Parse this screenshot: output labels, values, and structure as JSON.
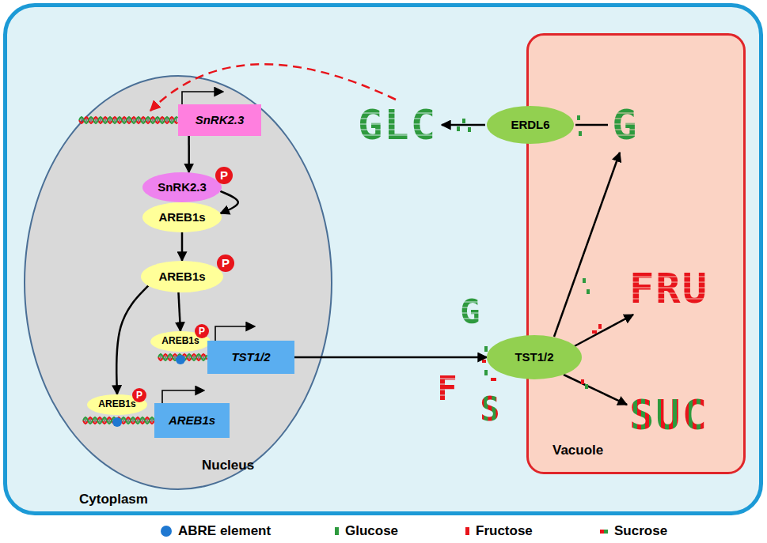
{
  "diagram": {
    "nodes": [
      {
        "text": [
          "Cytoplasm"
        ]
      },
      {
        "text": [
          "Nucleus"
        ],
        "in": 0
      },
      {
        "text": [
          "SnRK2.3"
        ],
        "in": 1
      },
      {
        "text": [
          "SnRK2.3"
        ],
        "in": 1
      },
      {
        "text": [
          "AREB1s"
        ],
        "in": 1
      },
      {
        "text": [
          "AREB1s"
        ],
        "in": 1
      },
      {
        "text": [
          "AREB1s"
        ],
        "in": 1
      },
      {
        "text": [
          "TST1/2"
        ],
        "in": 1
      },
      {
        "text": [
          "AREB1s"
        ],
        "in": 1
      },
      {
        "text": [
          "AREB1s"
        ],
        "in": 1
      },
      {
        "text": [
          "Vacuole"
        ],
        "in": 0
      },
      {
        "text": [
          "ERDL6"
        ],
        "in": 0
      },
      {
        "text": [
          "TST1/2"
        ],
        "in": 0
      }
    ],
    "edges": [
      {
        "from": 2,
        "to": 3,
        "arrow": "to"
      },
      {
        "from": 3,
        "to": 4,
        "arrow": "to"
      },
      {
        "from": 4,
        "to": 5,
        "arrow": "to"
      },
      {
        "from": 5,
        "to": 6,
        "arrow": "to"
      },
      {
        "from": 5,
        "to": 8,
        "arrow": "to"
      },
      {
        "from": 7,
        "to": 12,
        "arrow": "to"
      }
    ],
    "labels": [
      "GLC",
      "G",
      "P",
      "P",
      "G",
      "FRU",
      "P",
      "F",
      "P",
      "S",
      "SUC"
    ],
    "legend": [
      {
        "text": "ABRE element",
        "color": "#1f78d1"
      },
      {
        "text": "Glucose",
        "color": "#2e9a3e"
      },
      {
        "text": "Fructose",
        "color": "#e8141b"
      },
      {
        "text": "Sucrose"
      }
    ]
  }
}
